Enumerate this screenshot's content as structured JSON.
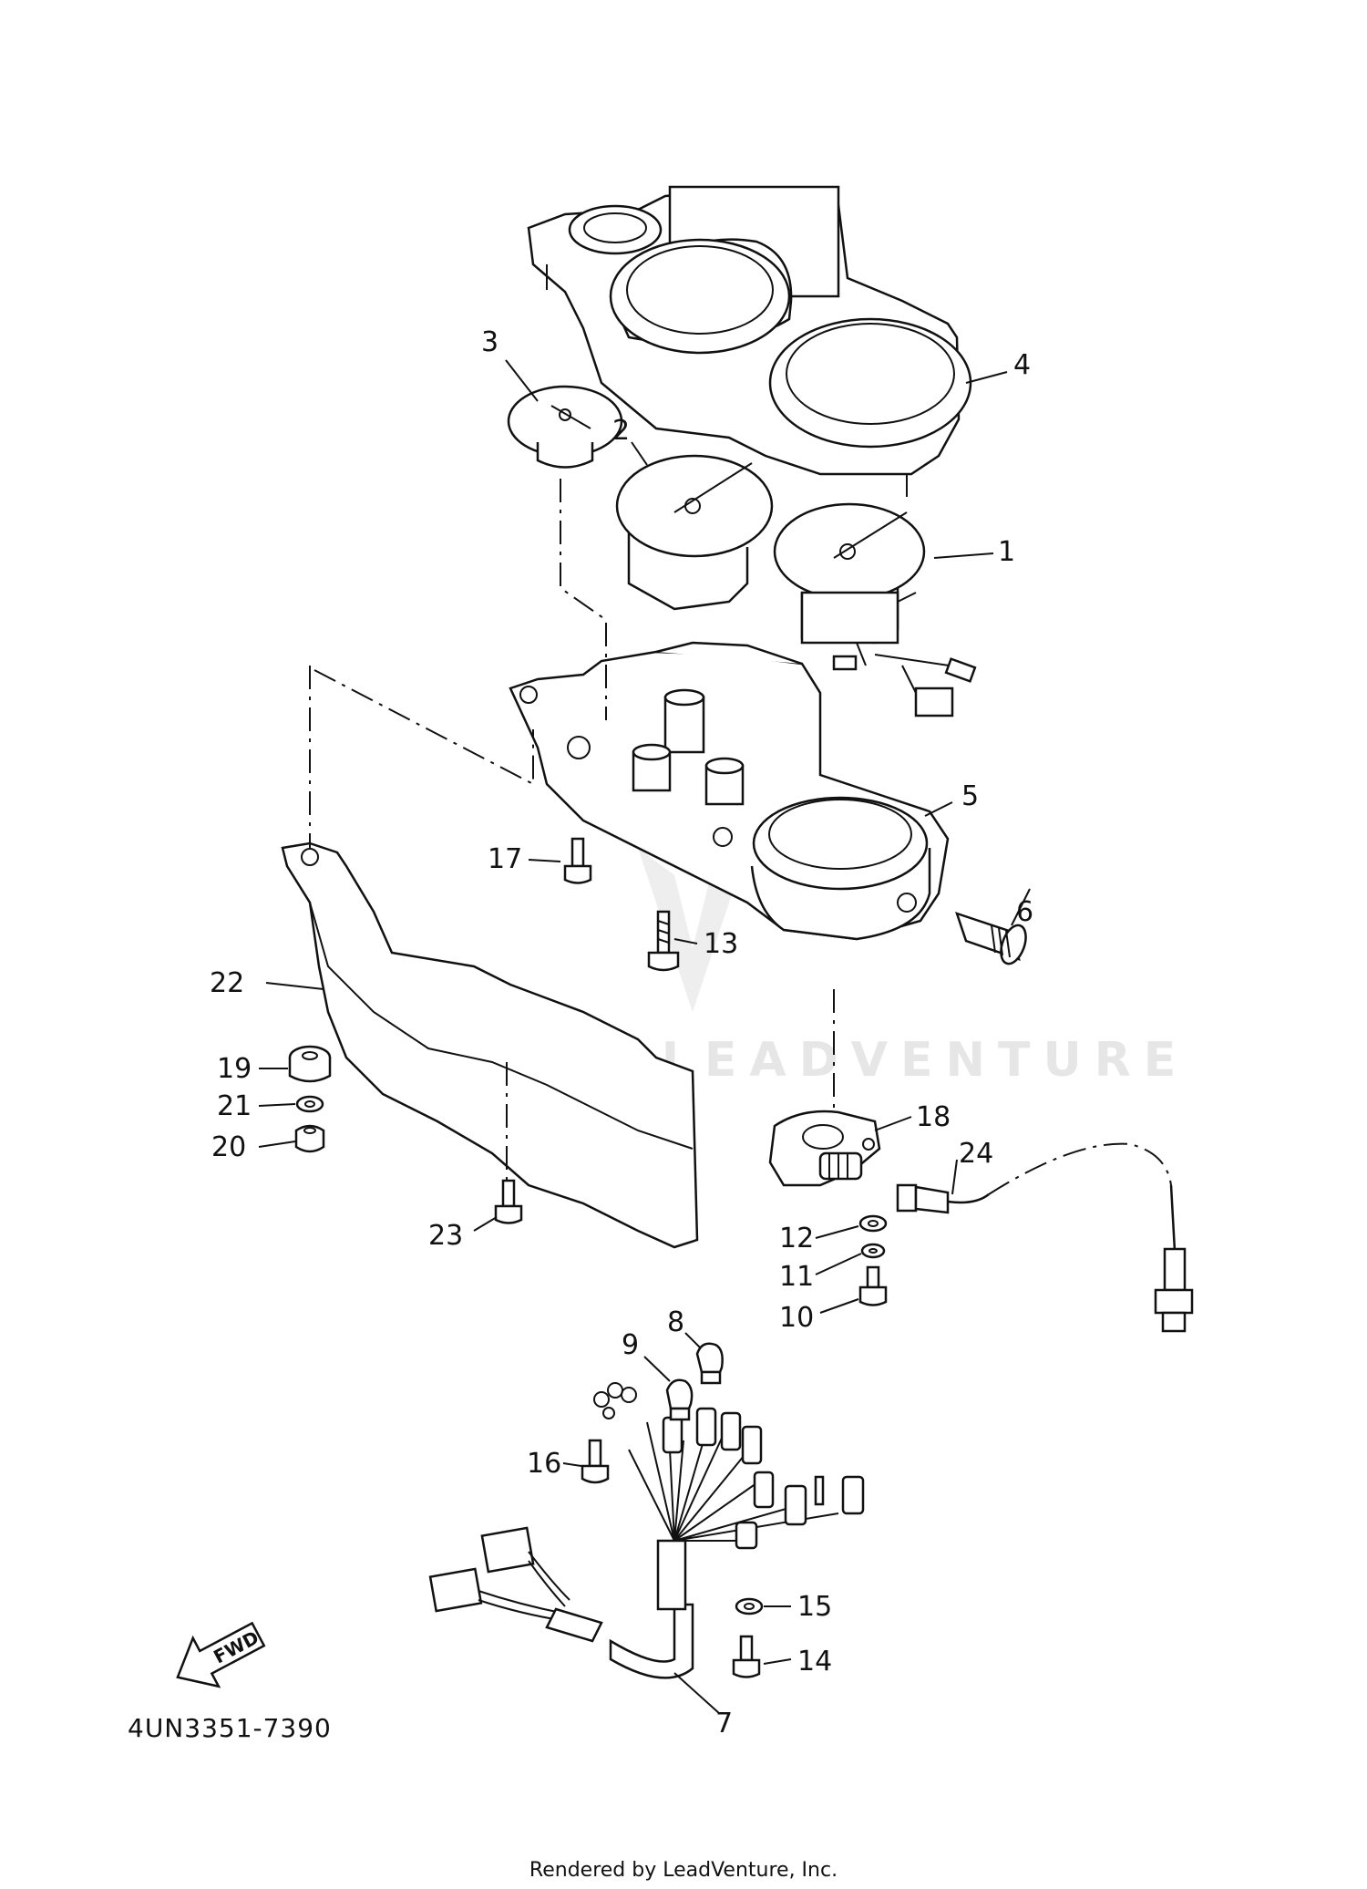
{
  "diagram": {
    "callouts": [
      {
        "id": "1",
        "label": "1"
      },
      {
        "id": "2",
        "label": "2"
      },
      {
        "id": "3",
        "label": "3"
      },
      {
        "id": "4",
        "label": "4"
      },
      {
        "id": "5",
        "label": "5"
      },
      {
        "id": "6",
        "label": "6"
      },
      {
        "id": "7",
        "label": "7"
      },
      {
        "id": "8",
        "label": "8"
      },
      {
        "id": "9",
        "label": "9"
      },
      {
        "id": "10",
        "label": "10"
      },
      {
        "id": "11",
        "label": "11"
      },
      {
        "id": "12",
        "label": "12"
      },
      {
        "id": "13",
        "label": "13"
      },
      {
        "id": "14",
        "label": "14"
      },
      {
        "id": "15",
        "label": "15"
      },
      {
        "id": "16",
        "label": "16"
      },
      {
        "id": "17",
        "label": "17"
      },
      {
        "id": "18",
        "label": "18"
      },
      {
        "id": "19",
        "label": "19"
      },
      {
        "id": "20",
        "label": "20"
      },
      {
        "id": "21",
        "label": "21"
      },
      {
        "id": "22",
        "label": "22"
      },
      {
        "id": "23",
        "label": "23"
      },
      {
        "id": "24",
        "label": "24"
      }
    ],
    "fwd_label": "FWD",
    "diagram_code": "4UN3351-7390",
    "watermark": "LEADVENTURE",
    "footer": "Rendered by LeadVenture, Inc."
  }
}
